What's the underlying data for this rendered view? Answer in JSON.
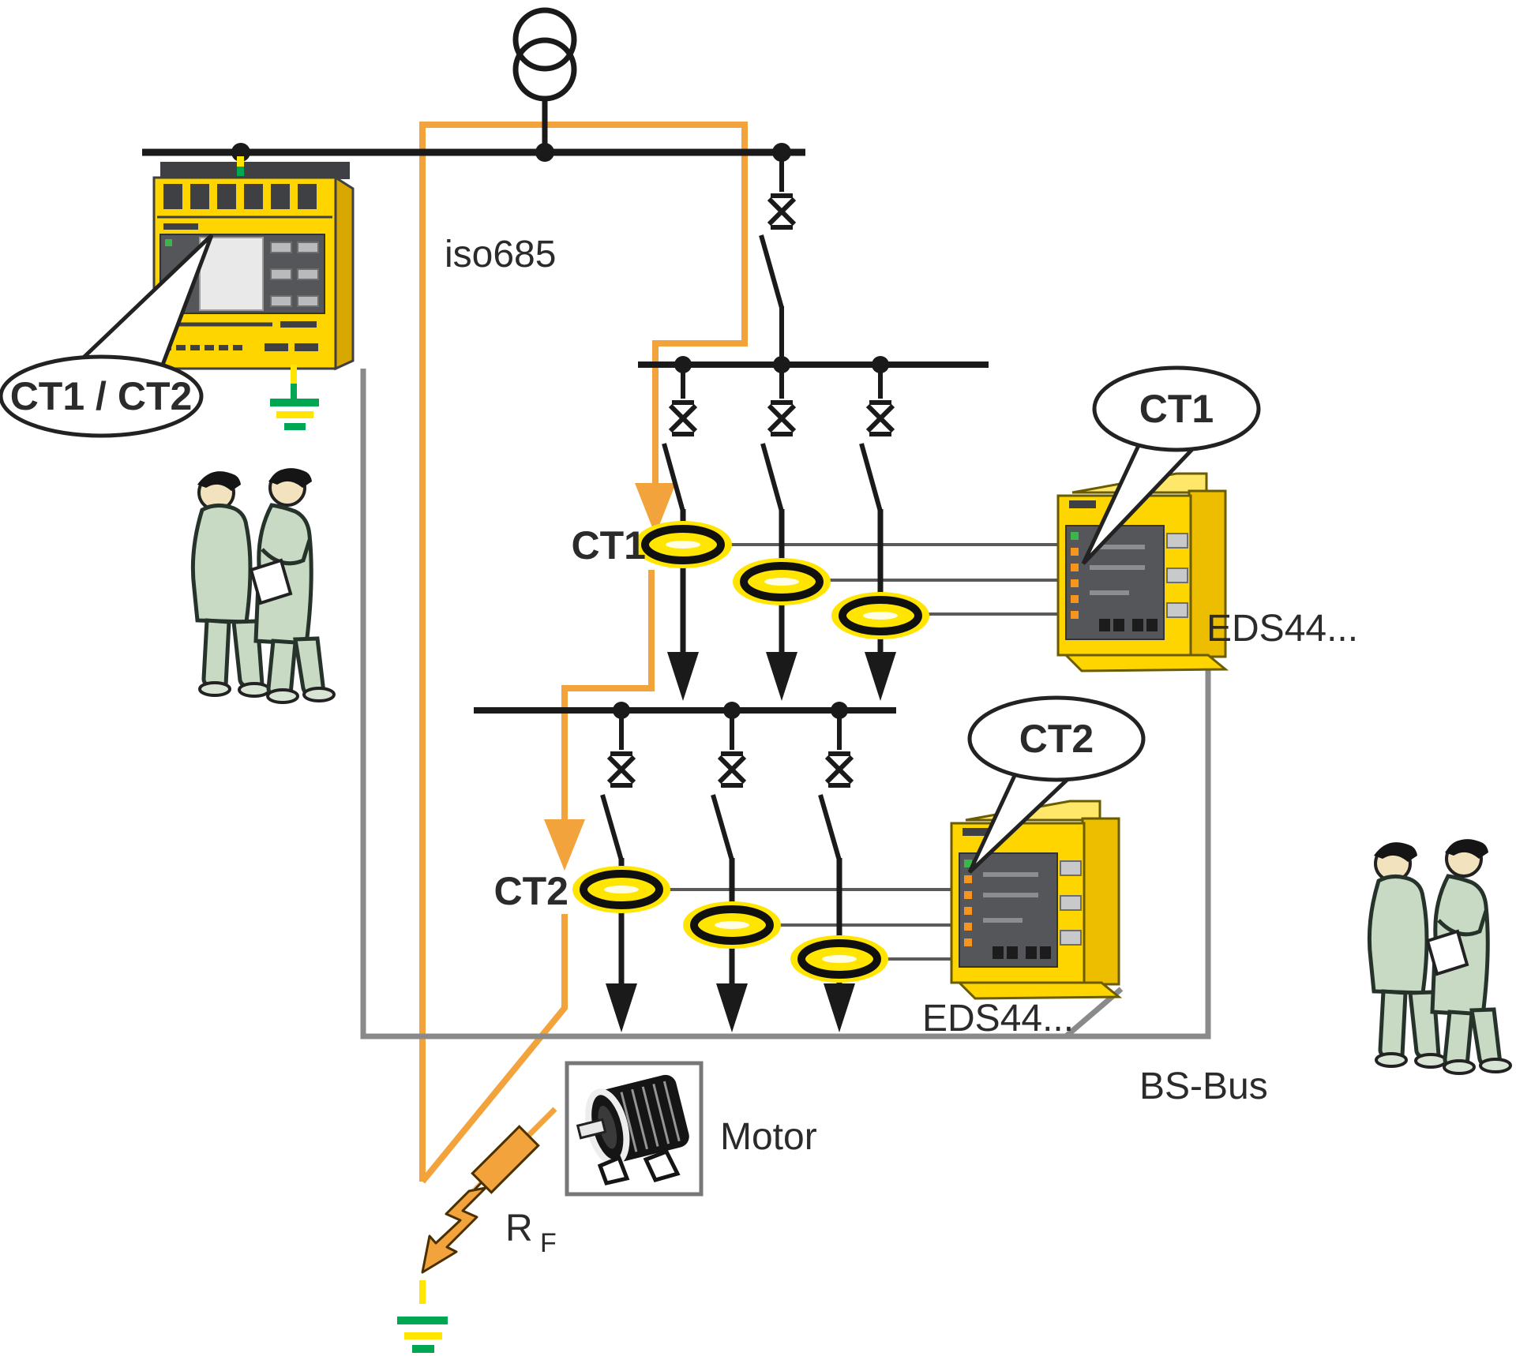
{
  "diagram": {
    "labels": {
      "iso685": "iso685",
      "ct1_feeder": "CT1",
      "ct2_feeder": "CT2",
      "callout_main": "CT1 / CT2",
      "callout_ct1": "CT1",
      "callout_ct2": "CT2",
      "eds44_upper": "EDS44...",
      "eds44_lower": "EDS44...",
      "bs_bus": "BS-Bus",
      "motor": "Motor",
      "fault_resistance": "R",
      "fault_resistance_sub": "F"
    },
    "colors": {
      "trace_orange": "#F2A33C",
      "device_yellow": "#FFD500",
      "device_yellow_dark": "#D9A800",
      "bus_gray": "#8A8A8A",
      "line_black": "#1A1A1A",
      "ground_green": "#00A651",
      "ground_yellow": "#FFE500",
      "panel_gray": "#55565A",
      "led_green": "#3CB54A",
      "led_orange": "#F7941D",
      "worker_green": "#C9DAC4"
    },
    "icons": [
      "transformer-icon",
      "circuit-breaker-icon",
      "ct-ring-icon",
      "ground-icon",
      "motor-icon",
      "workers-icon",
      "lightning-arrow-icon",
      "speech-bubble-icon",
      "arrow-down-icon"
    ]
  }
}
